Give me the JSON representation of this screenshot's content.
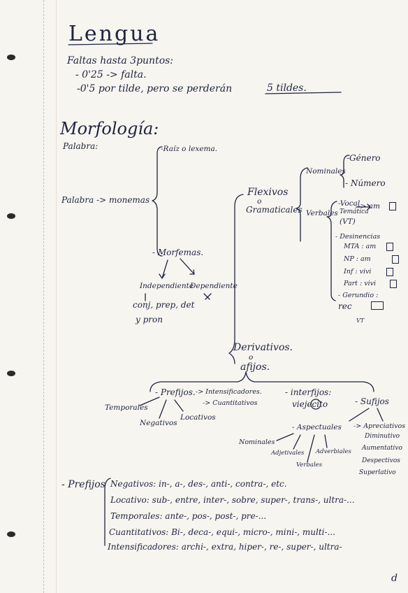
{
  "title": "Lengua",
  "faltas": {
    "line1": "Faltas hasta 3puntos:",
    "line2": "- 0'25 -> falta.",
    "line3": "-0'5 por tilde, pero se perderán",
    "line3_underlined": "5 tildes."
  },
  "section_title": "Morfología:",
  "tree": {
    "palabra": "Palabra:",
    "palabra_monemas": "Palabra -> monemas",
    "raiz": "-Raíz o lexema.",
    "morfemas": "- Morfemas.",
    "independiente": "Independiente",
    "dependiente": "Dependiente",
    "indep_list_1": "conj, prep, det",
    "indep_list_2": "y pron",
    "flexivos_1": "Flexivos",
    "flexivos_o": "o",
    "flexivos_2": "Gramaticales",
    "nominales": "Nominales",
    "verbales": "Verbales",
    "genero": "-Género",
    "numero": "- Número",
    "vocal_tematica_1": "-Vocal",
    "vocal_tematica_2": "Temática",
    "vocal_tematica_3": "(VT)",
    "amar_arrow": "-> am",
    "desinencias": "- Desinencias",
    "mta": "MTA : am",
    "np": "NP : am",
    "inf": "Inf : vivi",
    "part": "Part : vivi",
    "gerundio_label": "- Gerundio :",
    "gerundio_example": "rec",
    "vt_mark": "VT",
    "derivativos_1": "Derivativos.",
    "derivativos_o": "o",
    "derivativos_2": "afijos.",
    "prefijos": "- Prefijos.",
    "intensificadores": "-> Intensificadores.",
    "cuantitativos": "-> Cuantitativos",
    "temporales": "Temporales",
    "negativos": "Negativos",
    "locativos": "Locativos",
    "interfijos": "- interfijos:",
    "interfijo_example": "viejecito",
    "sufijos": "- Sufijos",
    "apreciativos": "-> Apreciativos",
    "diminutivo": "Diminutivo",
    "aumentativo": "Aumentativo",
    "despectivos": "Despectivos",
    "superlativo": "Superlativo",
    "aspectuales": "- Aspectuales",
    "nominales2": "Nominales",
    "adjetivales": "Adjetivales",
    "verbales2": "Verbales",
    "adverbiales": "Adverbiales"
  },
  "prefijos_list": {
    "head": "- Prefijos",
    "negativos": "Negativos: in-, a-, des-, anti-, contra-, etc.",
    "locativos": "Locativo: sub-, entre, inter-, sobre, super-, trans-, ultra-...",
    "temporales": "Temporales: ante-, pos-, post-, pre-...",
    "cuantitativos": "Cuantitativos: Bi-, deca-, equi-, micro-, mini-, multi-...",
    "intensificadores": "Intensificadores: archi-, extra, hiper-, re-, super-, ultra-"
  },
  "page_number": "d"
}
